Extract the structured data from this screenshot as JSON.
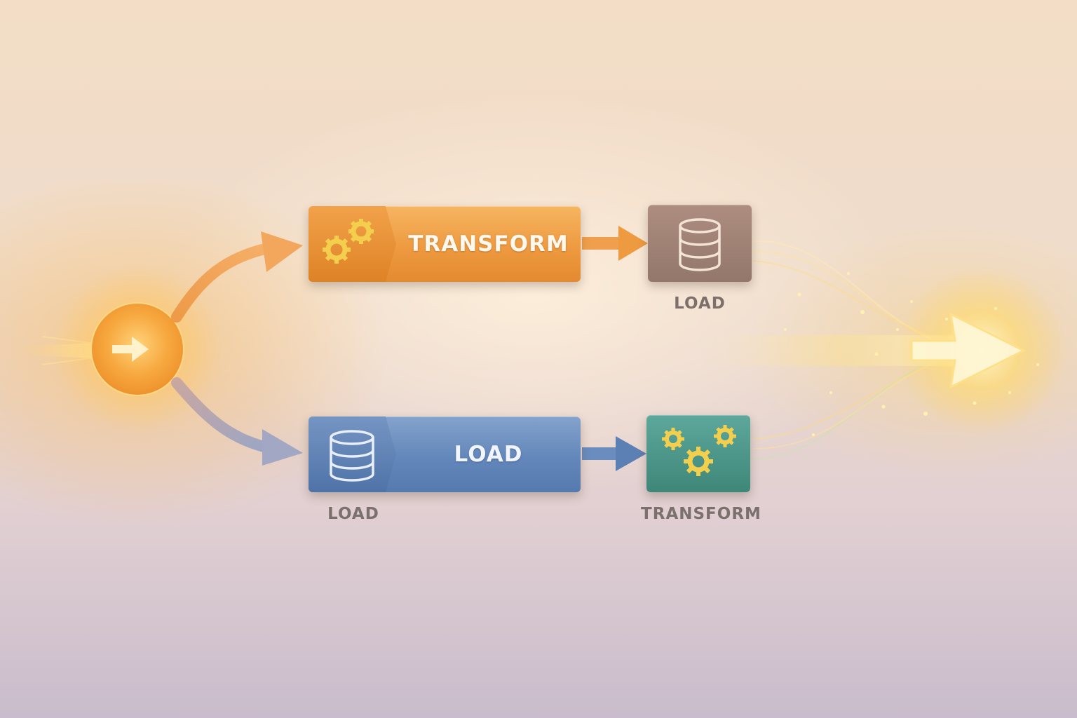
{
  "diagram": {
    "top_path": {
      "box_label": "TRANSFORM",
      "box_icon": "gears-icon",
      "tile_icon": "database-icon",
      "tile_caption": "LOAD"
    },
    "bottom_path": {
      "box_label": "LOAD",
      "box_icon": "database-icon",
      "box_caption": "LOAD",
      "tile_icon": "gears-icon",
      "tile_caption": "TRANSFORM"
    },
    "colors": {
      "transform_orange": "#ee9a40",
      "load_blue": "#6387ba",
      "load_tile_brown": "#9c7f72",
      "transform_tile_teal": "#4a9787",
      "gear_yellow": "#f4cf4e",
      "glow_yellow": "#ffd86a"
    }
  }
}
